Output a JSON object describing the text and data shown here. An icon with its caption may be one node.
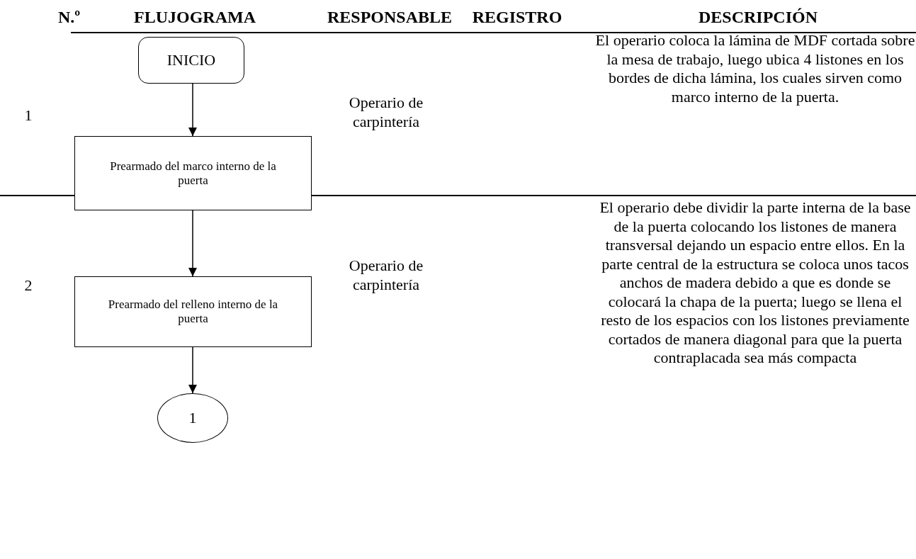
{
  "diagram": {
    "nodes": [
      {
        "text": [
          "INICIO"
        ]
      },
      {
        "text": [
          "Prearmado del marco interno de la puerta"
        ]
      },
      {
        "text": [
          "Prearmado del relleno interno de la puerta"
        ]
      },
      {
        "text": [
          "1"
        ]
      }
    ],
    "edges": [
      {
        "from": 0,
        "to": 1,
        "arrow": "to"
      },
      {
        "from": 1,
        "to": 2,
        "arrow": "to"
      },
      {
        "from": 2,
        "to": 3,
        "arrow": "to"
      }
    ],
    "labels": [
      "N.º",
      "FLUJOGRAMA",
      "RESPONSABLE",
      "REGISTRO",
      "DESCRIPCIÓN",
      "1",
      "Operario de carpintería",
      "El operario coloca la lámina de MDF cortada sobre la mesa de trabajo, luego ubica 4 listones en los bordes de dicha lámina, los cuales sirven como marco interno de la puerta.",
      "2",
      "Operario de carpintería",
      "El operario debe dividir la parte interna de la base de la puerta colocando los listones de manera transversal dejando un espacio entre ellos. En la parte central de la estructura se coloca unos tacos anchos de madera debido a que es donde se colocará la chapa de la puerta; luego se llena el resto de los espacios con los listones previamente cortados de manera diagonal para que la puerta contraplacada sea más compacta"
    ]
  }
}
